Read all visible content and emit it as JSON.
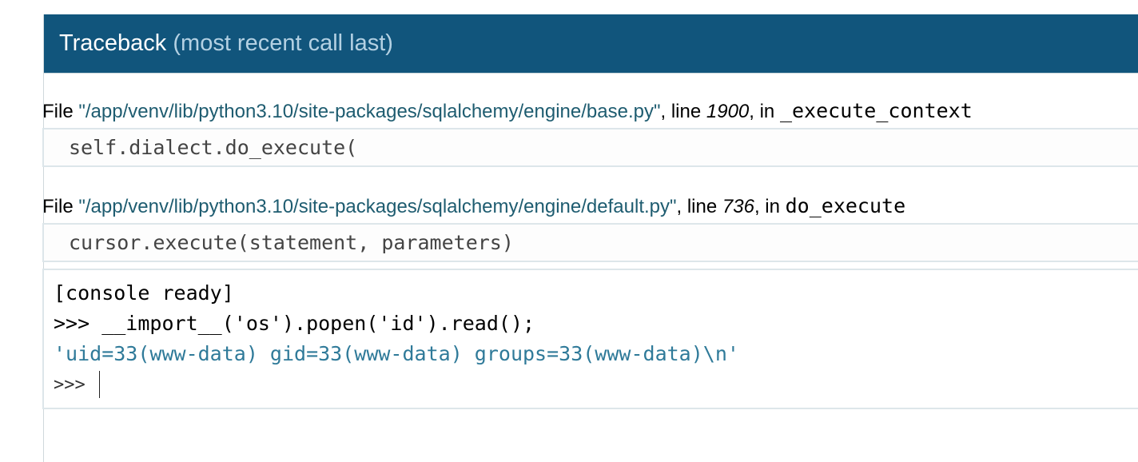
{
  "header": {
    "title": "Traceback",
    "subtitle": "(most recent call last)"
  },
  "frames": [
    {
      "file_prefix": "File ",
      "path": "\"/app/venv/lib/python3.10/site-packages/sqlalchemy/engine/base.py\"",
      "line_prefix": ", line ",
      "lineno": "1900",
      "in_prefix": ", in ",
      "function": "_execute_context",
      "source": "self.dialect.do_execute("
    },
    {
      "file_prefix": "File ",
      "path": "\"/app/venv/lib/python3.10/site-packages/sqlalchemy/engine/default.py\"",
      "line_prefix": ", line ",
      "lineno": "736",
      "in_prefix": ", in ",
      "function": "do_execute",
      "source": "cursor.execute(statement, parameters)"
    }
  ],
  "console": {
    "lines": [
      "[console ready]",
      ">>> __import__('os').popen('id').read();"
    ],
    "output": "'uid=33(www-data) gid=33(www-data) groups=33(www-data)\\n'",
    "prompt": ">>> ",
    "input_value": ""
  },
  "colors": {
    "header_bg": "#11557c",
    "subtitle": "#b4d1e3",
    "path": "#1e5c70",
    "output": "#2f7a99"
  }
}
